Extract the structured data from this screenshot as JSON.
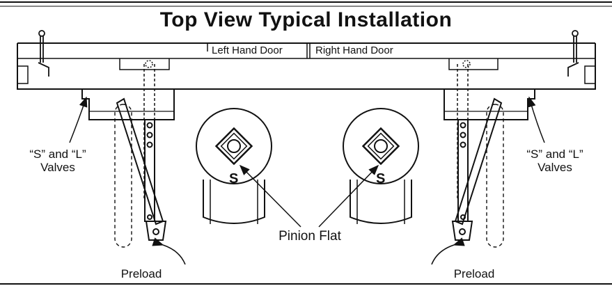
{
  "title": "Top View Typical Installation",
  "door_labels": {
    "left": "Left Hand Door",
    "right": "Right Hand Door"
  },
  "valves_left": {
    "line1": "“S” and “L”",
    "line2": "Valves"
  },
  "valves_right": {
    "line1": "“S” and “L”",
    "line2": "Valves"
  },
  "pinion_left_mark": "S",
  "pinion_right_mark": "S",
  "pinion_label": "Pinion Flat",
  "preload_left": "Preload",
  "preload_right": "Preload"
}
